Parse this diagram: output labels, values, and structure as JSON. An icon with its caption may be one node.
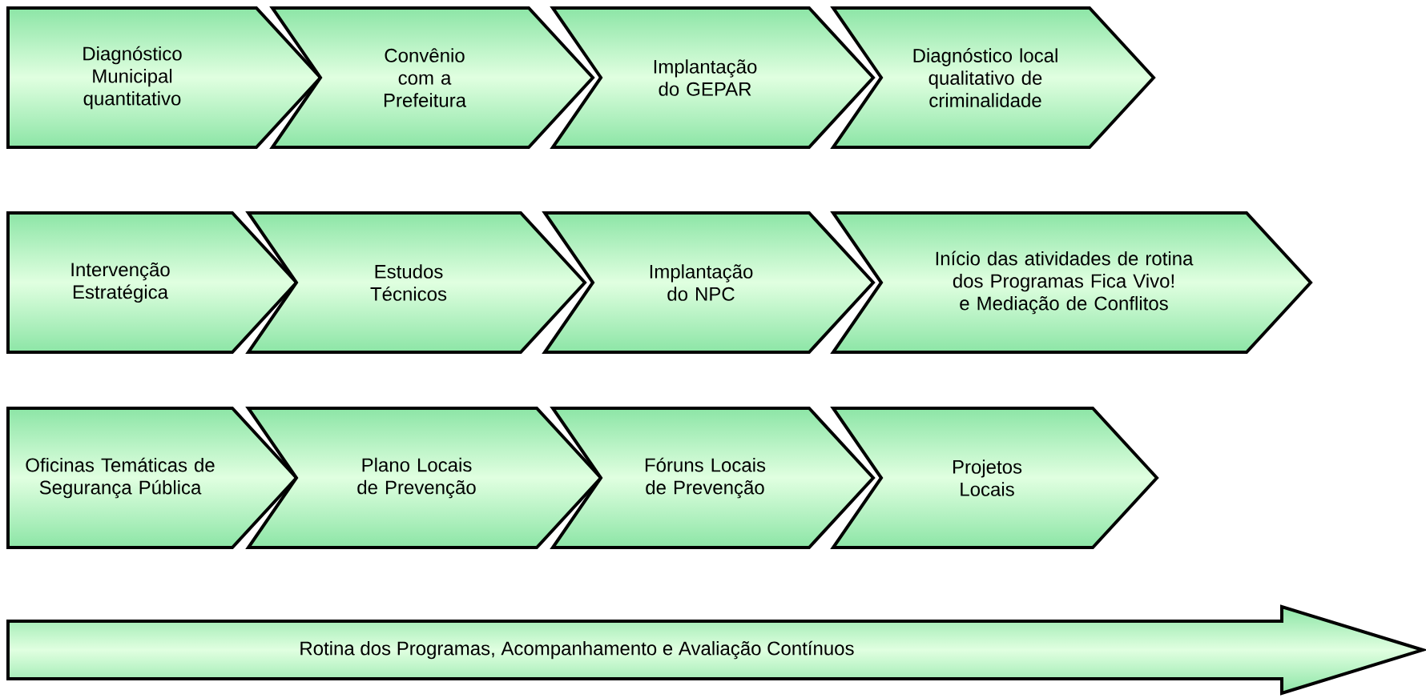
{
  "diagram": {
    "nodes": [
      {
        "text": [
          "Diagnóstico Municipal quantitativo"
        ]
      },
      {
        "text": [
          "Convênio com a Prefeitura"
        ]
      },
      {
        "text": [
          "Implantação do GEPAR"
        ]
      },
      {
        "text": [
          "Diagnóstico local qualitativo de criminalidade"
        ]
      },
      {
        "text": [
          "Intervenção Estratégica"
        ]
      },
      {
        "text": [
          "Estudos Técnicos"
        ]
      },
      {
        "text": [
          "Implantação do NPC"
        ]
      },
      {
        "text": [
          "Início das atividades de rotina dos Programas Fica Vivo! e Mediação de Conflitos"
        ]
      },
      {
        "text": [
          "Oficinas Temáticas de Segurança Pública"
        ]
      },
      {
        "text": [
          "Plano Locais de Prevenção"
        ]
      },
      {
        "text": [
          "Fóruns Locais de Prevenção"
        ]
      },
      {
        "text": [
          "Projetos Locais"
        ]
      },
      {
        "text": [
          "Rotina dos Programas, Acompanhamento e Avaliação Contínuos"
        ]
      }
    ]
  }
}
